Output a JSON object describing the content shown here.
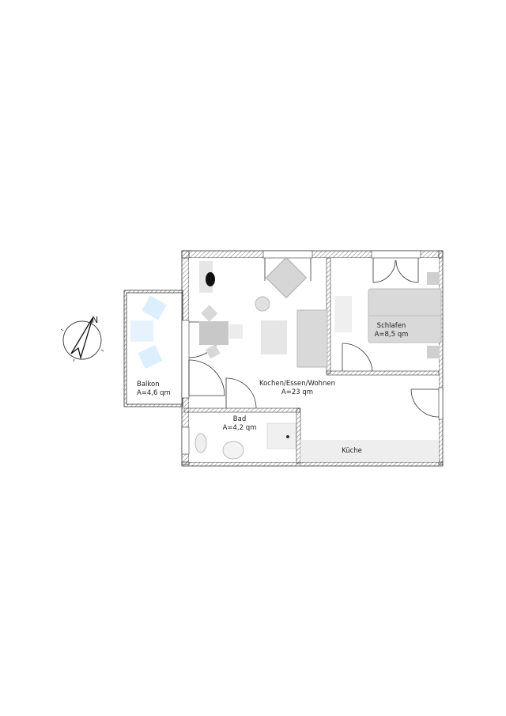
{
  "plan": {
    "rooms": [
      {
        "id": "balkon",
        "name": "Balkon",
        "area": "A=4,6 qm"
      },
      {
        "id": "wohnen",
        "name": "Kochen/Essen/Wohnen",
        "area": "A=23 qm"
      },
      {
        "id": "schlafen",
        "name": "Schlafen",
        "area": "A=8,5 qm"
      },
      {
        "id": "bad",
        "name": "Bad",
        "area": "A=4,2 qm"
      },
      {
        "id": "kueche",
        "name": "Küche",
        "area": ""
      }
    ],
    "compass": {
      "label": "N"
    },
    "colors": {
      "wall": "#333333",
      "furniture": "#d9d9d9",
      "furniture_dark": "#bfbfbf",
      "balcony_furniture": "#dcefff",
      "kitchen_counter": "#eeeeee"
    }
  }
}
